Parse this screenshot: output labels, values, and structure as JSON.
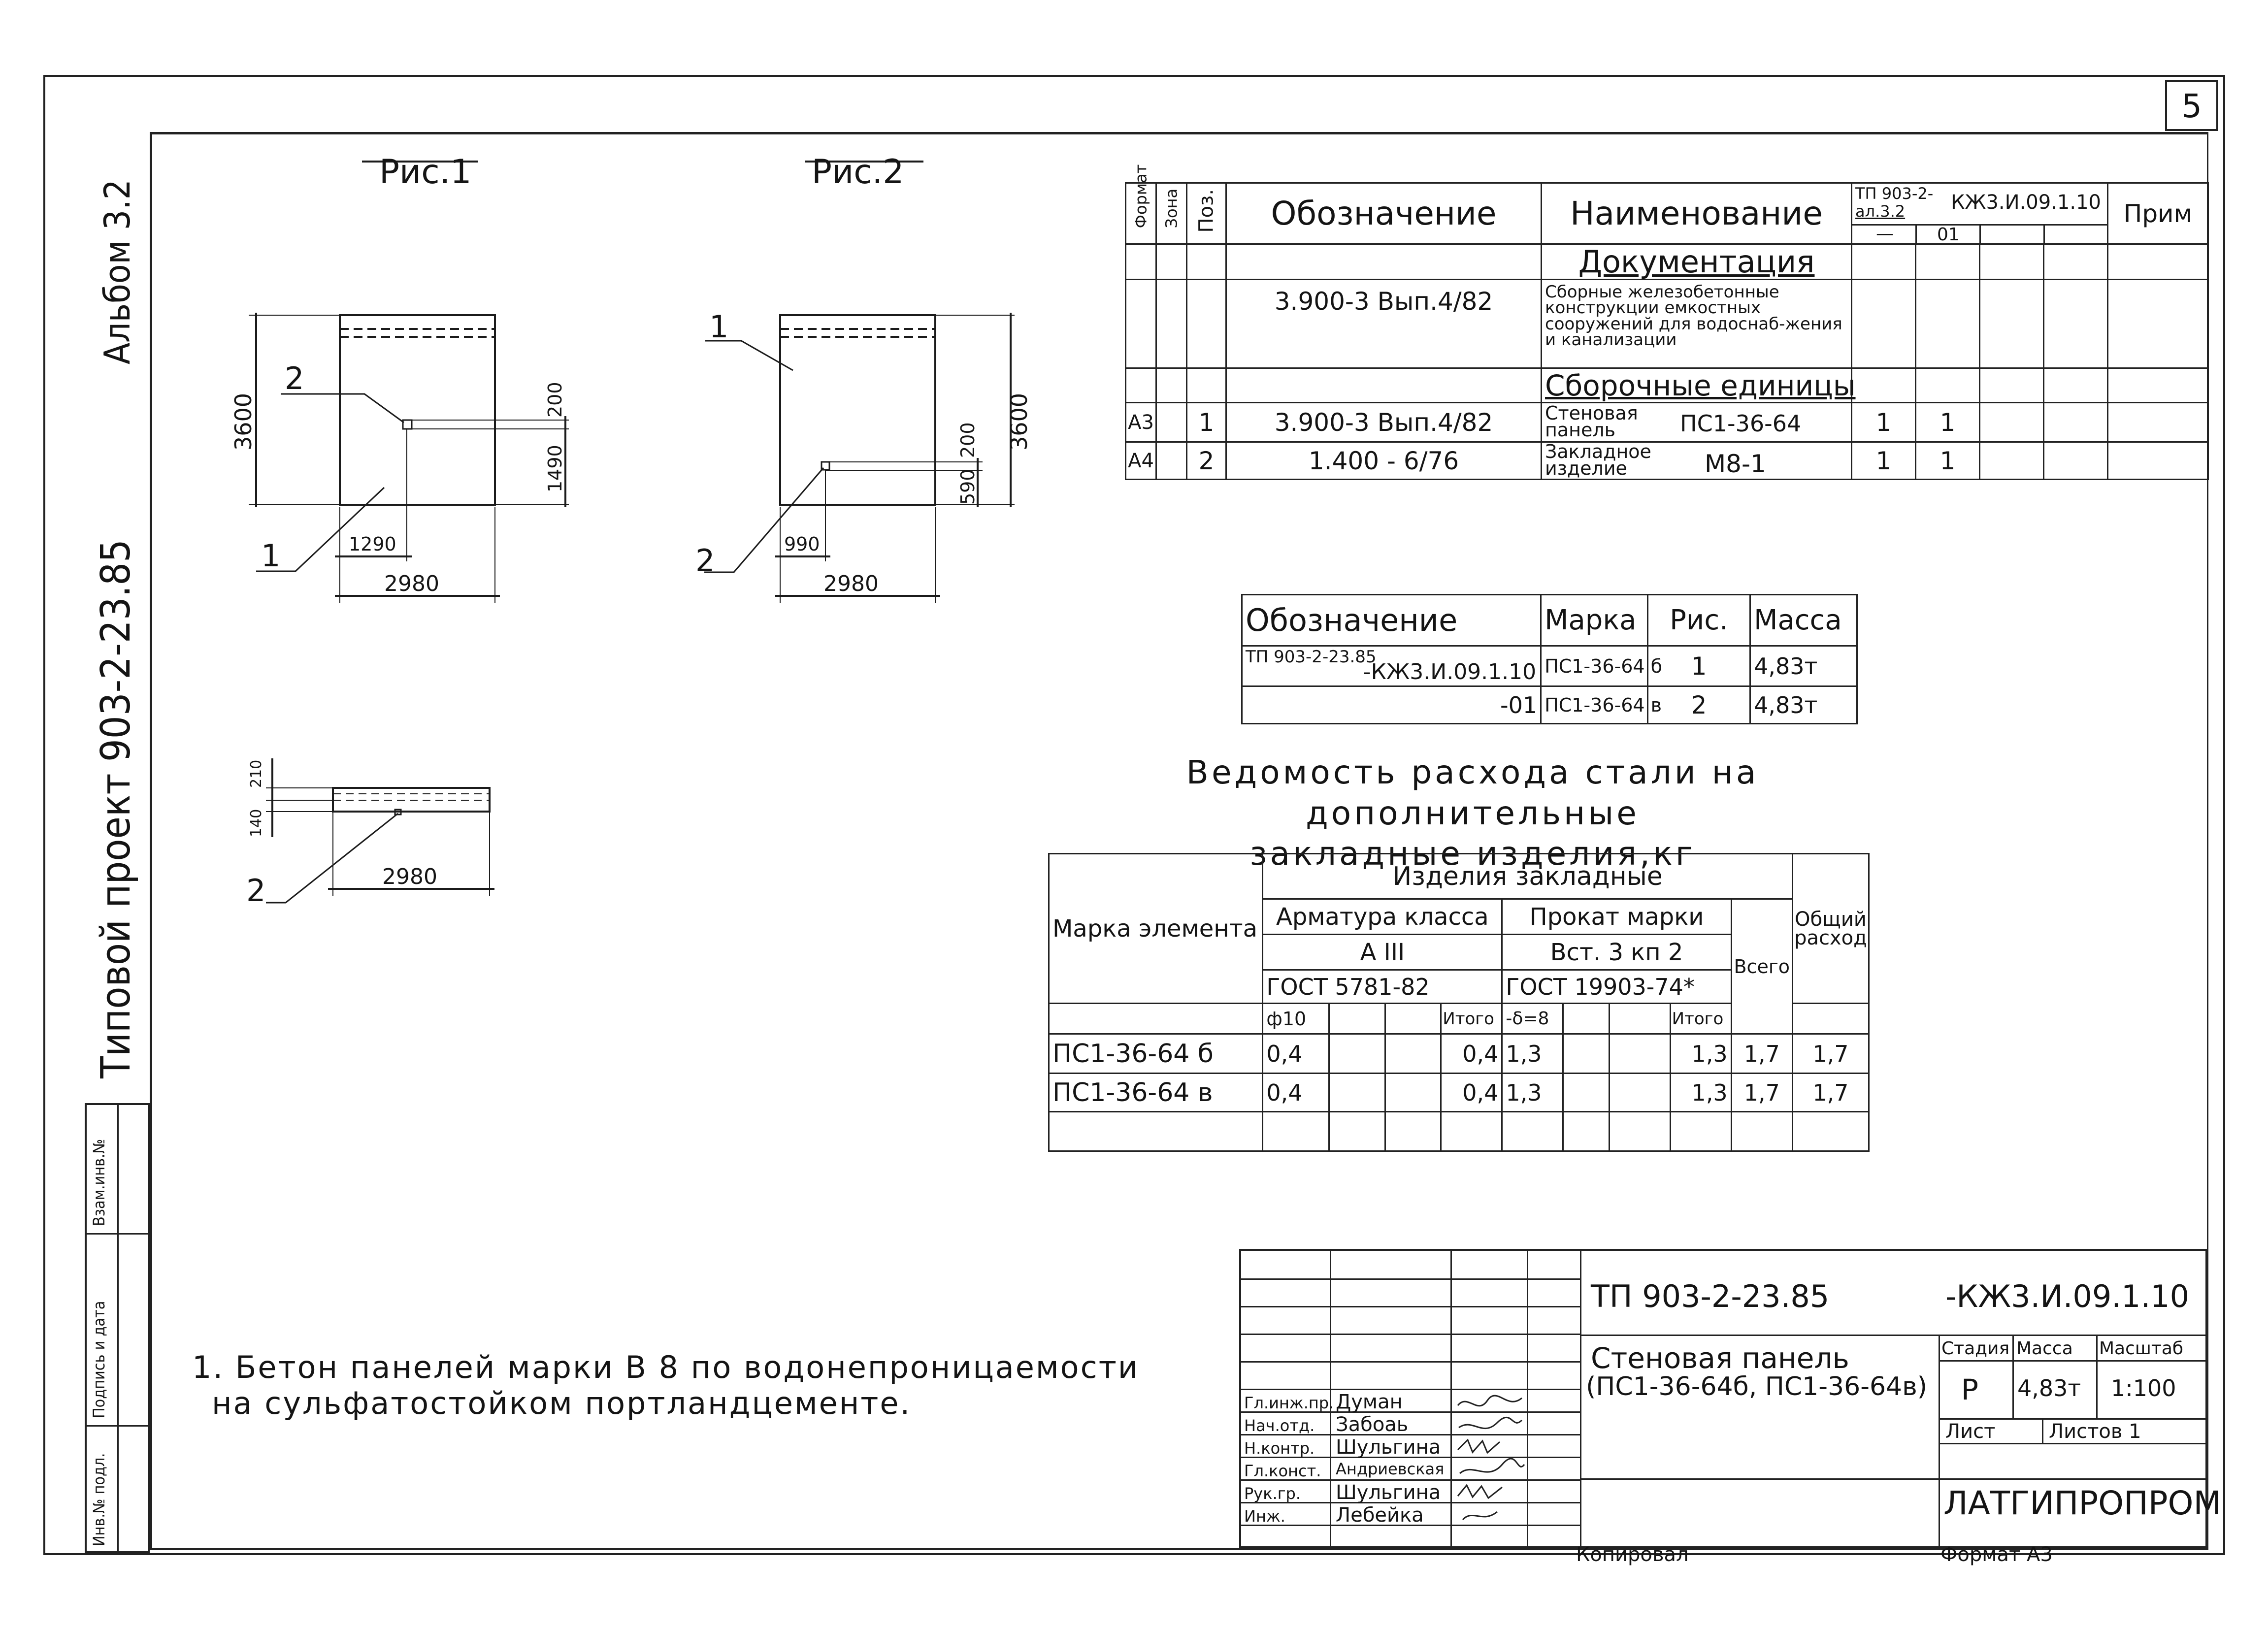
{
  "sheet_number": "5",
  "side_texts": {
    "album": "Альбом 3.2",
    "project": "Типовой проект 903-2-23.85",
    "stamp_boxes": [
      "Инв.№ подл.",
      "Подпись и дата",
      "Взам.инв.№"
    ]
  },
  "figures": {
    "fig1": {
      "title": "Рис.1",
      "dims": {
        "height": "3600",
        "width": "2980",
        "offset_x": "1290",
        "offset_y": "1490",
        "item_h": "200"
      },
      "callouts": [
        "1",
        "2"
      ]
    },
    "fig2": {
      "title": "Рис.2",
      "dims": {
        "height": "3600",
        "width": "2980",
        "offset_x": "990",
        "offset_y": "590",
        "item_h": "200"
      },
      "callouts": [
        "1",
        "2"
      ]
    },
    "fig3": {
      "dims": {
        "width": "2980",
        "d1": "140",
        "d2": "210"
      },
      "callouts": [
        "2"
      ]
    }
  },
  "spec_table": {
    "headers": {
      "format": "Формат",
      "zone": "Зона",
      "pos": "Поз.",
      "designation": "Обозначение",
      "name": "Наименование",
      "doc_code_a": "ТП 903-2-",
      "doc_code_b": "ал.3.2",
      "doc_code_c": "КЖ3.И.09.1.10",
      "variant_1": "—",
      "variant_2": "01",
      "note": "Прим"
    },
    "rows": [
      {
        "section": "Документация"
      },
      {
        "designation": "3.900-3 Вып.4/82",
        "name": "Сборные железобетонные конструкции емкостных сооружений для водоснаб-жения и канализации"
      },
      {
        "section": "Сборочные единицы"
      },
      {
        "format": "А3",
        "pos": "1",
        "designation": "3.900-3 Вып.4/82",
        "name_a": "Стеновая панель",
        "name_b": "ПС1-36-64",
        "q1": "1",
        "q2": "1"
      },
      {
        "format": "А4",
        "pos": "2",
        "designation": "1.400 - 6/76",
        "name_a": "Закладное изделие",
        "name_b": "М8-1",
        "q1": "1",
        "q2": "1"
      }
    ]
  },
  "mark_table": {
    "headers": [
      "Обозначение",
      "Марка",
      "Рис.",
      "Масса"
    ],
    "rows": [
      {
        "designation_a": "ТП 903-2-23.85",
        "designation_b": "-КЖ3.И.09.1.10",
        "mark": "ПС1-36-64 б",
        "fig": "1",
        "mass": "4,83т"
      },
      {
        "designation_a": "",
        "designation_b": "-01",
        "mark": "ПС1-36-64 в",
        "fig": "2",
        "mass": "4,83т"
      }
    ]
  },
  "steel_title": [
    "Ведомость расхода стали на дополнительные",
    "закладные изделия,кг"
  ],
  "steel_table": {
    "h_element": "Марка элемента",
    "h_items": "Изделия закладные",
    "h_rebar": "Арматура класса",
    "h_rebar_class": "А III",
    "h_rebar_gost": "ГОСТ 5781-82",
    "h_rolled": "Прокат марки",
    "h_rolled_grade": "Вст. 3 кп 2",
    "h_rolled_gost": "ГОСТ 19903-74*",
    "h_total": "Всего",
    "h_overall": "Общий расход",
    "h_phi": "ф10",
    "h_itogo": "Итого",
    "h_delta": "-δ=8",
    "rows": [
      {
        "mark": "ПС1-36-64 б",
        "phi": "0,4",
        "it1": "0,4",
        "delta": "1,3",
        "it2": "1,3",
        "total": "1,7",
        "overall": "1,7"
      },
      {
        "mark": "ПС1-36-64 в",
        "phi": "0,4",
        "it1": "0,4",
        "delta": "1,3",
        "it2": "1,3",
        "total": "1,7",
        "overall": "1,7"
      }
    ]
  },
  "note_text": [
    "1. Бетон панелей марки В 8 по водонепроницаемости",
    "на сульфатостойком портландцементе."
  ],
  "title_block": {
    "code_left": "ТП 903-2-23.85",
    "code_right": "-КЖ3.И.09.1.10",
    "title_a": "Стеновая панель",
    "title_b": "(ПС1-36-64б, ПС1-36-64в)",
    "stage_label": "Стадия",
    "mass_label": "Масса",
    "scale_label": "Масштаб",
    "stage": "Р",
    "mass": "4,83т",
    "scale": "1:100",
    "sheet_label": "Лист",
    "sheets_label": "Листов 1",
    "org": "ЛАТГИПРОПРОМ",
    "signatures": [
      {
        "role": "Гл.инж.пр.",
        "name": "Думан"
      },
      {
        "role": "Нач.отд.",
        "name": "Забоаь"
      },
      {
        "role": "Н.контр.",
        "name": "Шульгина"
      },
      {
        "role": "Гл.конст.",
        "name": "Андриевская"
      },
      {
        "role": "Рук.гр.",
        "name": "Шульгина"
      },
      {
        "role": "Инж.",
        "name": "Лебейка"
      }
    ],
    "copied": "Копировал",
    "format_label": "Формат А3"
  }
}
